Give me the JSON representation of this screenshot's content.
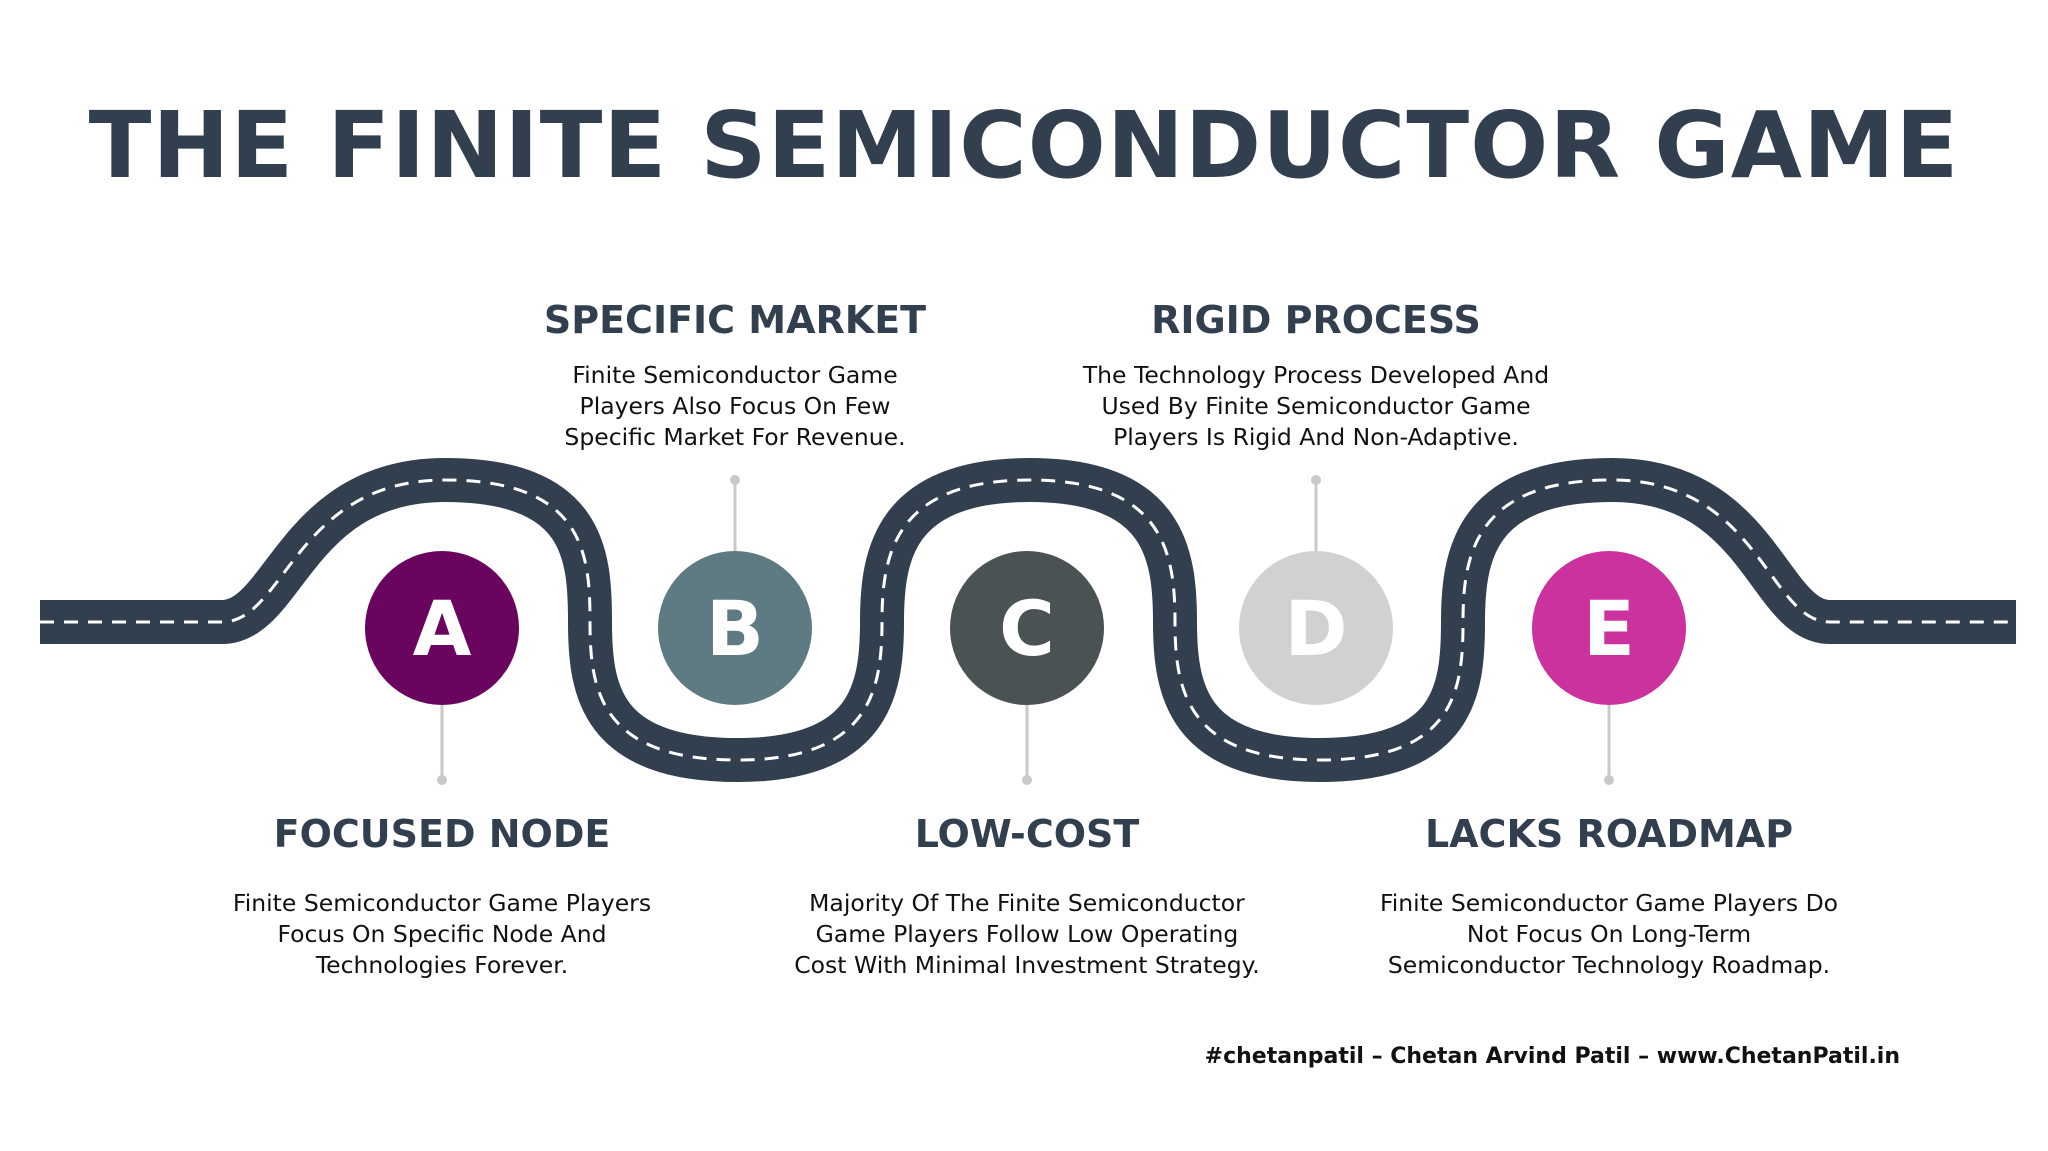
{
  "title": "THE FINITE SEMICONDUCTOR GAME",
  "colors": {
    "road": "#323f4f",
    "dash": "#ffffff",
    "connector": "#c9c9c9",
    "title_text": "#323f4f"
  },
  "stages": [
    {
      "letter": "A",
      "color": "#69055e",
      "label_position": "below",
      "heading": "FOCUSED NODE",
      "lines": [
        "Finite Semiconductor Game Players",
        "Focus On Specific Node And",
        "Technologies Forever."
      ]
    },
    {
      "letter": "B",
      "color": "#5e7a82",
      "label_position": "above",
      "heading": "SPECIFIC MARKET",
      "lines": [
        "Finite Semiconductor Game",
        "Players Also Focus On Few",
        "Specific Market For Revenue."
      ]
    },
    {
      "letter": "C",
      "color": "#4a5253",
      "label_position": "below",
      "heading": "LOW-COST",
      "lines": [
        "Majority Of The Finite Semiconductor",
        "Game Players Follow Low Operating",
        "Cost With Minimal Investment Strategy."
      ]
    },
    {
      "letter": "D",
      "color": "#d1d1cf",
      "label_position": "above",
      "heading": "RIGID PROCESS",
      "lines": [
        "The Technology Process Developed And",
        "Used By Finite Semiconductor Game",
        "Players Is Rigid And Non-Adaptive."
      ]
    },
    {
      "letter": "E",
      "color": "#cc329e",
      "label_position": "below",
      "heading": "LACKS ROADMAP",
      "lines": [
        "Finite Semiconductor Game Players Do",
        "Not Focus On Long-Term",
        "Semiconductor Technology Roadmap."
      ]
    }
  ],
  "footer": "#chetanpatil – Chetan Arvind Patil – www.ChetanPatil.in"
}
